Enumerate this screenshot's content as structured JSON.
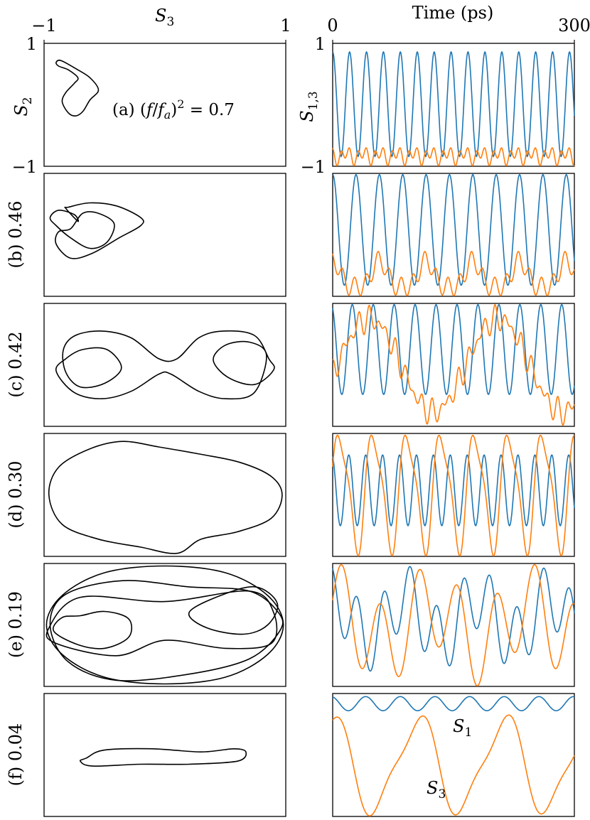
{
  "header": {
    "left_axis_label": "S",
    "left_axis_sub": "3",
    "left_tick_min": "−1",
    "left_tick_max": "1",
    "right_axis_label": "Time (ps)",
    "right_tick_min": "0",
    "right_tick_max": "300"
  },
  "axis_labels": {
    "s2": "S",
    "s2_sub": "2",
    "s13": "S",
    "s13_sub": "1,3",
    "y_top": "1",
    "y_bottom": "−1",
    "y_top_r": "1",
    "y_bottom_r": "−1"
  },
  "annotation": {
    "prefix": "(a)  (",
    "f": "f",
    "slash": "/",
    "fa": "f",
    "a_sub": "a",
    "close": ")",
    "sup": "2",
    "eq": " = 0.7"
  },
  "series_labels": {
    "s1": "S",
    "s1_sub": "1",
    "s3": "S",
    "s3_sub": "3"
  },
  "colors": {
    "s1": "#1f77b4",
    "s3": "#ff7f0e",
    "orbit": "#000000"
  },
  "chart_data": [
    {
      "type": "line",
      "panel": "(a)",
      "label": "(a) (f/fa)^2 = 0.7",
      "xlabel": "S3",
      "ylabel": "S2",
      "xlim": [
        -1,
        1
      ],
      "ylim": [
        -1,
        1
      ],
      "orbit": [
        [
          -0.88,
          0.63
        ],
        [
          -0.8,
          0.57
        ],
        [
          -0.72,
          0.44
        ],
        [
          -0.75,
          0.35
        ],
        [
          -0.82,
          0.2
        ],
        [
          -0.85,
          0.05
        ],
        [
          -0.8,
          -0.13
        ],
        [
          -0.74,
          -0.18
        ],
        [
          -0.68,
          -0.11
        ],
        [
          -0.62,
          0.08
        ],
        [
          -0.55,
          0.24
        ],
        [
          -0.62,
          0.44
        ],
        [
          -0.73,
          0.58
        ],
        [
          -0.86,
          0.72
        ],
        [
          -0.9,
          0.69
        ]
      ],
      "time_series": {
        "x_range": [
          0,
          300
        ],
        "period_s1": 21,
        "s1_range": [
          -0.84,
          0.86
        ],
        "s3_range": [
          -0.99,
          -0.7
        ]
      }
    },
    {
      "type": "line",
      "panel": "(b)",
      "label": "(b) 0.46",
      "xlabel": "S3",
      "ylabel": "S2",
      "xlim": [
        -1,
        1
      ],
      "ylim": [
        -1,
        1
      ],
      "orbit": [
        [
          -0.8,
          0.45
        ],
        [
          -0.62,
          0.52
        ],
        [
          -0.4,
          0.47
        ],
        [
          -0.2,
          0.28
        ],
        [
          -0.2,
          0.15
        ],
        [
          -0.38,
          -0.05
        ],
        [
          -0.6,
          -0.3
        ],
        [
          -0.78,
          -0.38
        ],
        [
          -0.9,
          -0.15
        ],
        [
          -0.88,
          0.05
        ],
        [
          -0.78,
          0.1
        ],
        [
          -0.68,
          0.35
        ],
        [
          -0.55,
          0.35
        ],
        [
          -0.42,
          0.18
        ],
        [
          -0.48,
          -0.12
        ],
        [
          -0.62,
          -0.22
        ],
        [
          -0.78,
          -0.05
        ],
        [
          -0.9,
          0.15
        ],
        [
          -0.95,
          0.28
        ],
        [
          -0.88,
          0.4
        ],
        [
          -0.75,
          0.33
        ],
        [
          -0.72,
          0.22
        ],
        [
          -0.82,
          0.43
        ]
      ],
      "time_series": {
        "x_range": [
          0,
          300
        ],
        "period_s1": 29,
        "s1_range": [
          -0.82,
          0.98
        ],
        "s3_range": [
          -0.99,
          -0.27
        ]
      }
    },
    {
      "type": "line",
      "panel": "(c)",
      "label": "(c) 0.42",
      "xlabel": "S3",
      "ylabel": "S2",
      "xlim": [
        -1,
        1
      ],
      "ylim": [
        -1,
        1
      ],
      "orbit": [
        [
          -0.84,
          0.25
        ],
        [
          -0.74,
          0.48
        ],
        [
          -0.52,
          0.55
        ],
        [
          -0.28,
          0.44
        ],
        [
          -0.05,
          0.1
        ],
        [
          0.1,
          0.1
        ],
        [
          0.28,
          0.44
        ],
        [
          0.48,
          0.55
        ],
        [
          0.74,
          0.48
        ],
        [
          0.86,
          0.1
        ],
        [
          0.9,
          -0.08
        ],
        [
          0.74,
          -0.32
        ],
        [
          0.52,
          -0.2
        ],
        [
          0.4,
          0.08
        ],
        [
          0.5,
          0.32
        ],
        [
          0.7,
          0.37
        ],
        [
          0.84,
          0.16
        ],
        [
          0.74,
          -0.45
        ],
        [
          0.5,
          -0.55
        ],
        [
          0.28,
          -0.43
        ],
        [
          0.05,
          -0.15
        ],
        [
          -0.05,
          -0.15
        ],
        [
          -0.28,
          -0.43
        ],
        [
          -0.52,
          -0.55
        ],
        [
          -0.75,
          -0.45
        ],
        [
          -0.9,
          -0.1
        ],
        [
          -0.82,
          0.1
        ],
        [
          -0.68,
          0.25
        ],
        [
          -0.48,
          0.25
        ],
        [
          -0.36,
          -0.05
        ],
        [
          -0.5,
          -0.3
        ],
        [
          -0.7,
          -0.36
        ],
        [
          -0.82,
          -0.12
        ]
      ],
      "time_series": {
        "x_range": [
          0,
          300
        ],
        "period_s1": 26,
        "s1_range": [
          -0.48,
          0.98
        ],
        "s3_range": [
          -0.98,
          0.98
        ]
      }
    },
    {
      "type": "line",
      "panel": "(d)",
      "label": "(d) 0.30",
      "xlabel": "S3",
      "ylabel": "S2",
      "xlim": [
        -1,
        1
      ],
      "ylim": [
        -1,
        1
      ],
      "orbit": [
        [
          -0.96,
          0.0
        ],
        [
          -0.88,
          0.45
        ],
        [
          -0.62,
          0.75
        ],
        [
          -0.35,
          0.87
        ],
        [
          -0.05,
          0.78
        ],
        [
          0.3,
          0.66
        ],
        [
          0.62,
          0.53
        ],
        [
          0.88,
          0.3
        ],
        [
          0.97,
          0.0
        ],
        [
          0.88,
          -0.38
        ],
        [
          0.6,
          -0.6
        ],
        [
          0.3,
          -0.72
        ],
        [
          0.1,
          -0.95
        ],
        [
          -0.2,
          -0.85
        ],
        [
          -0.55,
          -0.72
        ],
        [
          -0.85,
          -0.48
        ]
      ],
      "time_series": {
        "x_range": [
          0,
          300
        ],
        "period_s1": 21,
        "s1_range": [
          -0.5,
          0.65
        ],
        "s3_range": [
          -0.99,
          0.97
        ]
      }
    },
    {
      "type": "line",
      "panel": "(e)",
      "label": "(e) 0.19",
      "xlabel": "S3",
      "ylabel": "S2",
      "xlim": [
        -1,
        1
      ],
      "ylim": [
        -1,
        1
      ],
      "orbits": [
        [
          [
            -0.98,
            0.0
          ],
          [
            -0.85,
            0.48
          ],
          [
            -0.5,
            0.85
          ],
          [
            0.0,
            0.96
          ],
          [
            0.5,
            0.85
          ],
          [
            0.85,
            0.48
          ],
          [
            0.98,
            0.0
          ],
          [
            0.85,
            -0.48
          ],
          [
            0.5,
            -0.85
          ],
          [
            0.0,
            -0.96
          ],
          [
            -0.5,
            -0.85
          ],
          [
            -0.85,
            -0.48
          ]
        ],
        [
          [
            -0.95,
            0.0
          ],
          [
            -0.82,
            0.5
          ],
          [
            -0.35,
            0.72
          ],
          [
            0.2,
            0.62
          ],
          [
            0.7,
            0.55
          ],
          [
            0.94,
            0.2
          ],
          [
            0.95,
            -0.1
          ],
          [
            0.7,
            -0.55
          ],
          [
            0.2,
            -0.8
          ],
          [
            -0.4,
            -0.9
          ],
          [
            -0.8,
            -0.6
          ]
        ],
        [
          [
            -0.7,
            0.15
          ],
          [
            -0.5,
            0.22
          ],
          [
            -0.3,
            0.1
          ],
          [
            -0.3,
            -0.2
          ],
          [
            -0.5,
            -0.38
          ],
          [
            -0.72,
            -0.32
          ],
          [
            -0.92,
            -0.1
          ],
          [
            -0.85,
            0.12
          ]
        ],
        [
          [
            0.2,
            0.2
          ],
          [
            0.45,
            0.47
          ],
          [
            0.75,
            0.62
          ],
          [
            0.93,
            0.35
          ],
          [
            0.85,
            0.0
          ],
          [
            0.65,
            -0.15
          ],
          [
            0.35,
            -0.05
          ]
        ],
        [
          [
            -0.96,
            -0.05
          ],
          [
            -0.7,
            0.45
          ],
          [
            0.0,
            0.38
          ],
          [
            0.7,
            0.55
          ],
          [
            0.9,
            0.2
          ],
          [
            0.88,
            -0.3
          ],
          [
            0.5,
            -0.38
          ],
          [
            0.0,
            -0.25
          ],
          [
            -0.4,
            -0.5
          ],
          [
            -0.9,
            -0.3
          ]
        ]
      ],
      "time_series": {
        "x_range": [
          0,
          300
        ],
        "s1_range": [
          -0.75,
          0.95
        ],
        "s3_range": [
          -0.99,
          0.98
        ]
      }
    },
    {
      "type": "line",
      "panel": "(f)",
      "label": "(f) 0.04",
      "xlabel": "S3",
      "ylabel": "S2",
      "xlim": [
        -1,
        1
      ],
      "ylim": [
        -1,
        1
      ],
      "orbit": [
        [
          -0.65,
          -0.05
        ],
        [
          -0.5,
          0.08
        ],
        [
          -0.1,
          0.1
        ],
        [
          0.3,
          0.05
        ],
        [
          0.57,
          0.1
        ],
        [
          0.67,
          0.05
        ],
        [
          0.6,
          -0.1
        ],
        [
          0.2,
          -0.15
        ],
        [
          -0.2,
          -0.15
        ],
        [
          -0.6,
          -0.18
        ],
        [
          -0.7,
          -0.1
        ]
      ],
      "time_series": {
        "x_range": [
          0,
          300
        ],
        "period_s1": 43,
        "s1_range": [
          0.72,
          0.95
        ],
        "period_s3": 107,
        "s3_range": [
          -0.99,
          0.65
        ]
      }
    }
  ]
}
